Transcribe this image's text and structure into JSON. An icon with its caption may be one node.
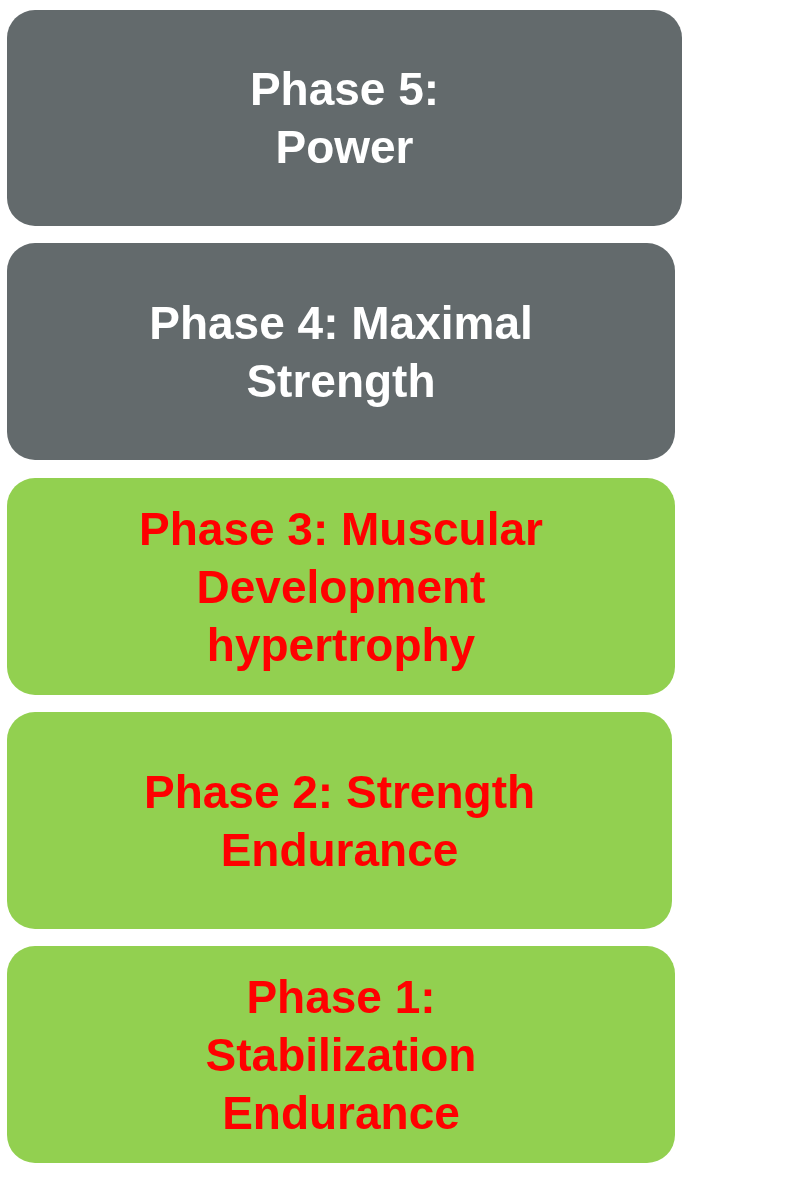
{
  "diagram": {
    "nodes": [
      {
        "text": [
          "Phase 5: Power"
        ]
      },
      {
        "text": [
          "Phase 4: Maximal Strength"
        ]
      },
      {
        "text": [
          "Phase 3: Muscular Development hypertrophy"
        ]
      },
      {
        "text": [
          "Phase 2: Strength Endurance"
        ]
      },
      {
        "text": [
          "Phase 1: Stabilization Endurance"
        ]
      }
    ]
  }
}
